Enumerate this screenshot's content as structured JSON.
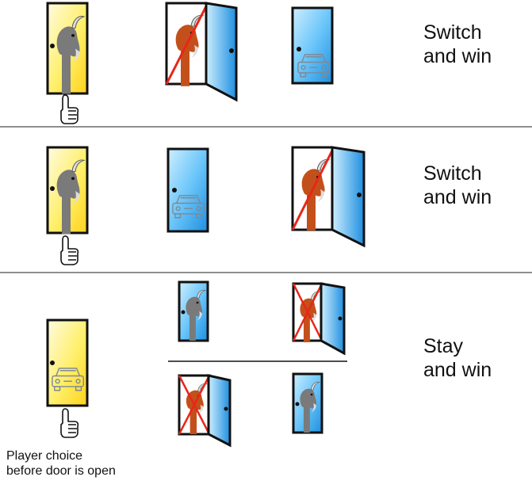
{
  "rows": [
    {
      "outcome": "Switch\nand win"
    },
    {
      "outcome": "Switch\nand win"
    },
    {
      "outcome": "Stay\nand win"
    }
  ],
  "caption": "Player choice\nbefore door is open",
  "colors": {
    "yellow_door": "#ffea3a",
    "blue_door": "#2aa3ee",
    "goat_body": "#c3501a",
    "goat_gray": "#7a7a7a",
    "strike": "#e8261a",
    "divider": "#8f8f8f"
  },
  "icons": [
    "goat-icon",
    "car-icon",
    "pointing-hand-icon",
    "door-icon"
  ]
}
